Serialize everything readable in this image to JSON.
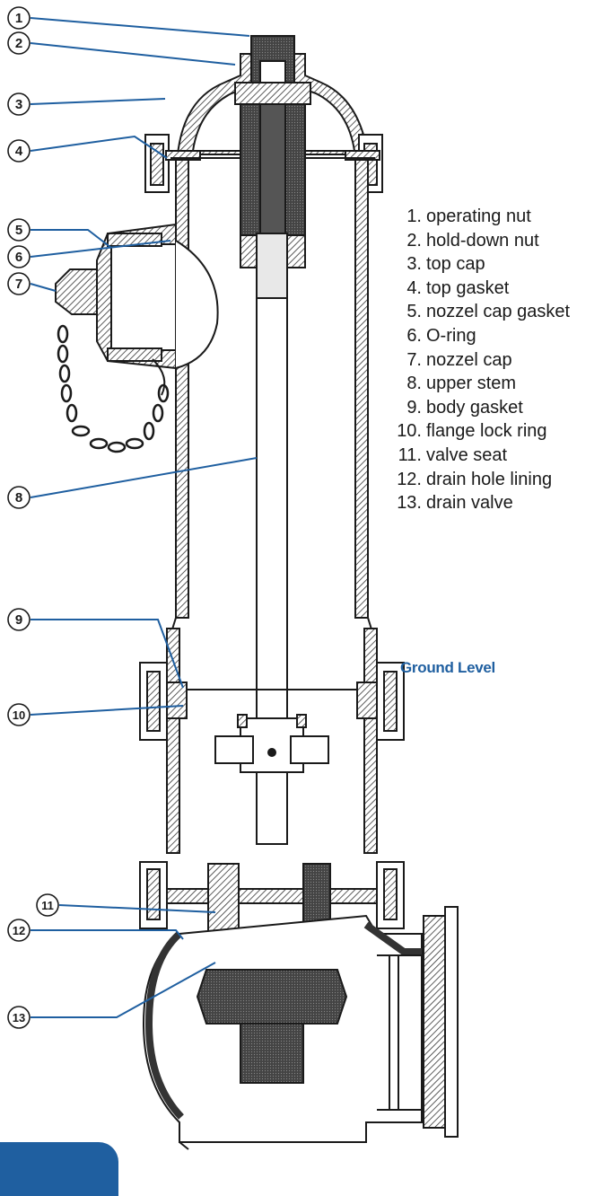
{
  "callouts": [
    "1",
    "2",
    "3",
    "4",
    "5",
    "6",
    "7",
    "8",
    "9",
    "10",
    "11",
    "12",
    "13"
  ],
  "legend": [
    {
      "num": "1.",
      "text": "operating nut"
    },
    {
      "num": "2.",
      "text": "hold-down nut"
    },
    {
      "num": "3.",
      "text": "top cap"
    },
    {
      "num": "4.",
      "text": "top gasket"
    },
    {
      "num": "5.",
      "text": "nozzel cap gasket"
    },
    {
      "num": "6.",
      "text": "O-ring"
    },
    {
      "num": "7.",
      "text": "nozzel cap"
    },
    {
      "num": "8.",
      "text": "upper stem"
    },
    {
      "num": "9.",
      "text": "body gasket"
    },
    {
      "num": "10.",
      "text": "flange lock ring"
    },
    {
      "num": "11.",
      "text": "valve seat"
    },
    {
      "num": "12.",
      "text": "drain hole lining"
    },
    {
      "num": "13.",
      "text": "drain valve"
    }
  ],
  "ground_label": "Ground Level",
  "colors": {
    "leader": "#1f5fa0",
    "label": "#1f5fa0",
    "ink": "#1a1a1a",
    "hatch": "#333333",
    "tab": "#1f5fa0"
  }
}
